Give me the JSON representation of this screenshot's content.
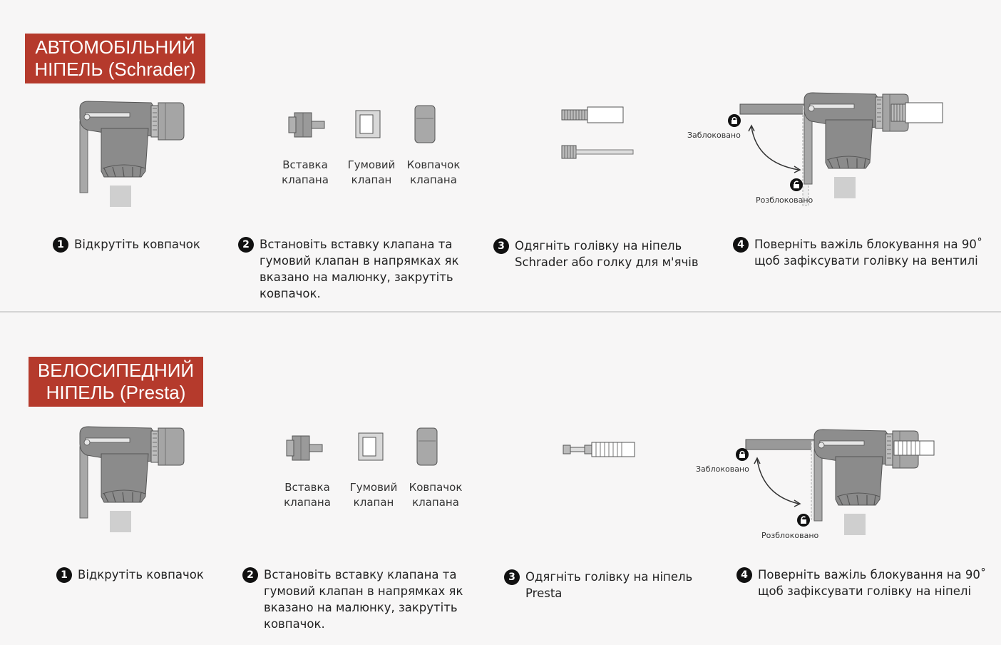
{
  "sections": [
    {
      "title_line1": "АВТОМОБІЛЬНИЙ",
      "title_line2": "НІПЕЛЬ (Schrader)",
      "parts": [
        {
          "line1": "Вставка",
          "line2": "клапана"
        },
        {
          "line1": "Гумовий",
          "line2": "клапан"
        },
        {
          "line1": "Ковпачок",
          "line2": "клапана"
        }
      ],
      "locked_label": "Заблоковано",
      "unlocked_label": "Розблоковано",
      "steps": [
        {
          "num": "1",
          "text": "Відкрутіть ковпачок"
        },
        {
          "num": "2",
          "text": "Встановіть вставку клапана та\nгумовий клапан в напрямках як\nвказано на малюнку, закрутіть\nковпачок."
        },
        {
          "num": "3",
          "text": "Одягніть голівку на ніпель\nSchrader або голку для м'ячів"
        },
        {
          "num": "4",
          "text": "Поверніть важіль блокування на 90˚\nщоб зафіксувати голівку на вентилі"
        }
      ]
    },
    {
      "title_line1": "ВЕЛОСИПЕДНИЙ",
      "title_line2": "НІПЕЛЬ (Presta)",
      "parts": [
        {
          "line1": "Вставка",
          "line2": "клапана"
        },
        {
          "line1": "Гумовий",
          "line2": "клапан"
        },
        {
          "line1": "Ковпачок",
          "line2": "клапана"
        }
      ],
      "locked_label": "Заблоковано",
      "unlocked_label": "Розблоковано",
      "steps": [
        {
          "num": "1",
          "text": "Відкрутіть ковпачок"
        },
        {
          "num": "2",
          "text": "Встановіть вставку клапана та\nгумовий клапан в напрямках як\nвказано на малюнку, закрутіть\nковпачок."
        },
        {
          "num": "3",
          "text": "Одягніть голівку на ніпель\nPresta"
        },
        {
          "num": "4",
          "text": "Поверніть важіль блокування на 90˚\nщоб зафіксувати голівку на ніпелі"
        }
      ]
    }
  ],
  "colors": {
    "title_bg": "#b53a2c",
    "device_fill": "#8e8e8e",
    "device_light": "#b5b5b5",
    "outline": "#555555"
  }
}
